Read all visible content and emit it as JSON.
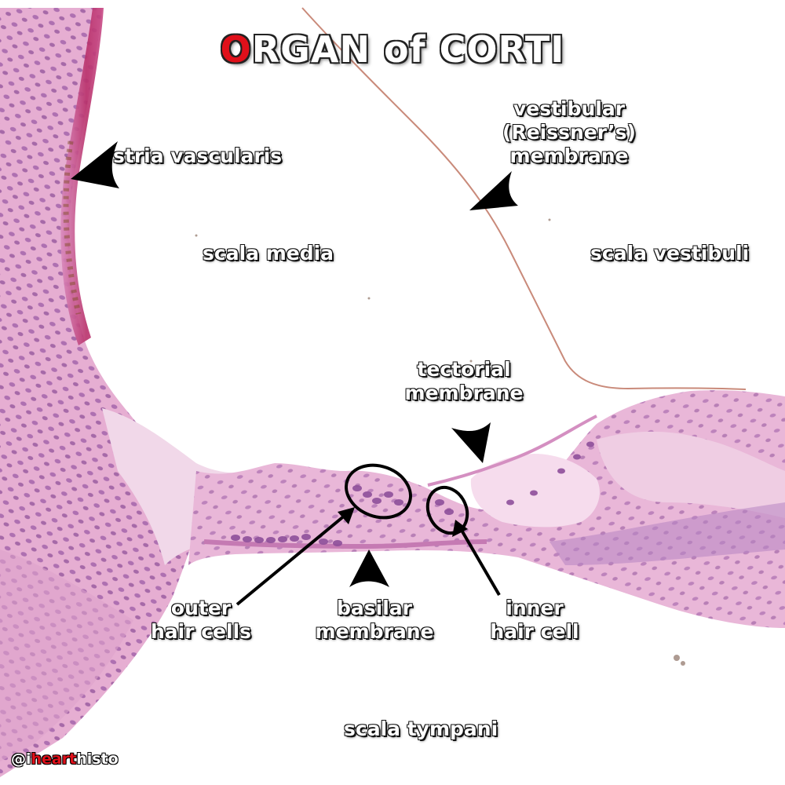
{
  "title": {
    "first_letter": "O",
    "rest": "RGAN of CORTI"
  },
  "labels": {
    "stria_vascularis": "stria vascularis",
    "vestibular_membrane": [
      "vestibular",
      "(Reissner’s)",
      "membrane"
    ],
    "scala_media": "scala media",
    "scala_vestibuli": "scala vestibuli",
    "tectorial_membrane": [
      "tectorial",
      "membrane"
    ],
    "outer_hair_cells": [
      "outer",
      "hair cells"
    ],
    "basilar_membrane": [
      "basilar",
      "membrane"
    ],
    "inner_hair_cell": [
      "inner",
      "hair cell"
    ],
    "scala_tympani": "scala tympani"
  },
  "credit": {
    "prefix": "@i",
    "heart": "heart",
    "suffix": "histo"
  },
  "colors": {
    "tissue": "#e6aed2",
    "tissue_dark": "#c46ba8",
    "nuclei": "#8e4f9a",
    "stria": "#b8306a",
    "title_accent": "#e0101a"
  }
}
